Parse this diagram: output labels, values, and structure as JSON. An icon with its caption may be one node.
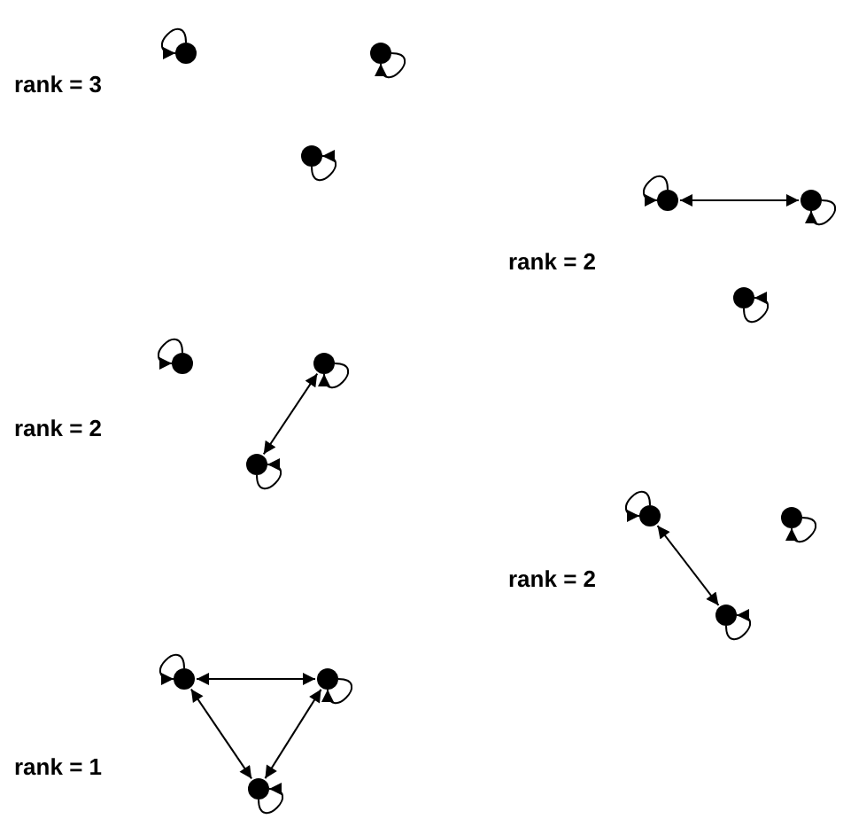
{
  "diagram": {
    "nodes": [
      {
        "text": [],
        "shape": "circle"
      },
      {
        "text": [],
        "shape": "circle"
      },
      {
        "text": [],
        "shape": "circle"
      },
      {
        "text": [],
        "shape": "circle"
      },
      {
        "text": [],
        "shape": "circle"
      },
      {
        "text": [],
        "shape": "circle"
      },
      {
        "text": [],
        "shape": "circle"
      },
      {
        "text": [],
        "shape": "circle"
      },
      {
        "text": [],
        "shape": "circle"
      },
      {
        "text": [],
        "shape": "circle"
      },
      {
        "text": [],
        "shape": "circle"
      },
      {
        "text": [],
        "shape": "circle"
      },
      {
        "text": [],
        "shape": "circle"
      },
      {
        "text": [],
        "shape": "circle"
      },
      {
        "text": [],
        "shape": "circle"
      }
    ],
    "edges": [
      {
        "from": 0,
        "to": 0,
        "arrow": "to"
      },
      {
        "from": 1,
        "to": 1,
        "arrow": "to"
      },
      {
        "from": 2,
        "to": 2,
        "arrow": "to"
      },
      {
        "from": 3,
        "to": 3,
        "arrow": "to"
      },
      {
        "from": 4,
        "to": 4,
        "arrow": "to"
      },
      {
        "from": 3,
        "to": 4,
        "arrow": "both"
      },
      {
        "from": 5,
        "to": 5,
        "arrow": "to"
      },
      {
        "from": 6,
        "to": 6,
        "arrow": "to"
      },
      {
        "from": 7,
        "to": 7,
        "arrow": "to"
      },
      {
        "from": 7,
        "to": 8,
        "arrow": "both"
      },
      {
        "from": 8,
        "to": 8,
        "arrow": "to"
      },
      {
        "from": 9,
        "to": 9,
        "arrow": "to"
      },
      {
        "from": 10,
        "to": 10,
        "arrow": "to"
      },
      {
        "from": 9,
        "to": 11,
        "arrow": "both"
      },
      {
        "from": 11,
        "to": 11,
        "arrow": "to"
      },
      {
        "from": 12,
        "to": 12,
        "arrow": "to"
      },
      {
        "from": 13,
        "to": 13,
        "arrow": "to"
      },
      {
        "from": 12,
        "to": 13,
        "arrow": "both"
      },
      {
        "from": 12,
        "to": 14,
        "arrow": "both"
      },
      {
        "from": 13,
        "to": 14,
        "arrow": "both"
      },
      {
        "from": 14,
        "to": 14,
        "arrow": "to"
      }
    ],
    "labels": [
      "rank = 3",
      "rank = 2",
      "rank = 2",
      "rank = 2",
      "rank = 1"
    ]
  }
}
